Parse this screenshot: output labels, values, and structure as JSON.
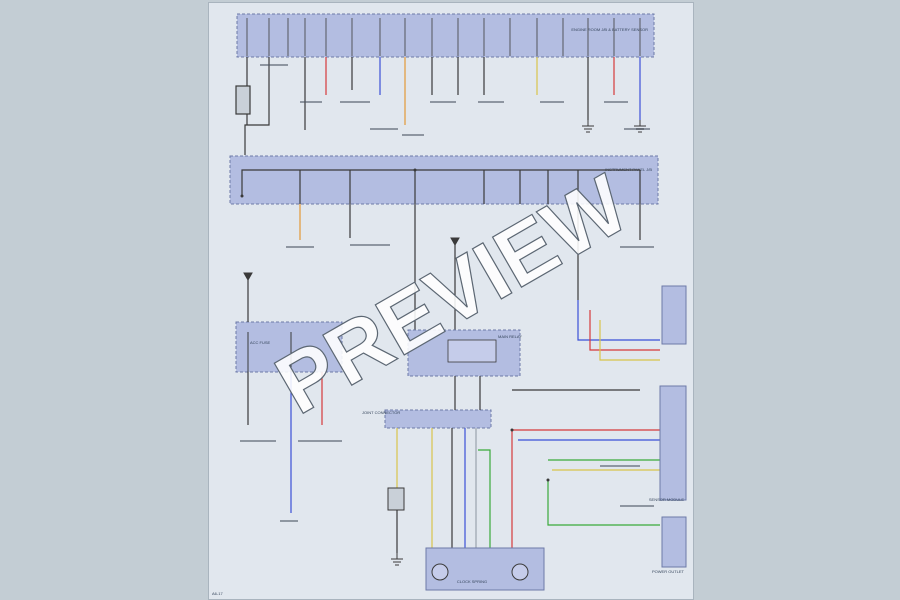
{
  "watermark": "PREVIEW",
  "page_code": "A6-17",
  "colors": {
    "background": "#c3cdd4",
    "sheet": "#e1e7ee",
    "box_fill": "#b3bde1",
    "box_border": "#6d7aa8",
    "wire_black": "#3a3a3a",
    "wire_red": "#d63a3a",
    "wire_blue": "#3b4fd8",
    "wire_green": "#3aaa3a",
    "wire_yellow": "#d8c44a",
    "wire_orange": "#e29a38",
    "wire_gray": "#9aa3ad",
    "wire_purple": "#9a55a8"
  },
  "labels": {
    "top_junction": "ENGINE ROOM J/B & BATTERY SENSOR",
    "mid_junction": "INSTRUMENT PANEL J/B",
    "relay_box": "MAIN RELAY",
    "connector_box": "JOINT CONNECTOR",
    "lower_left_box": "ACC FUSE",
    "sensor_module": "SENSOR MODULE",
    "bottom_component": "CLOCK SPRING",
    "power_outlet": "POWER OUTLET",
    "ground": "GROUND"
  }
}
